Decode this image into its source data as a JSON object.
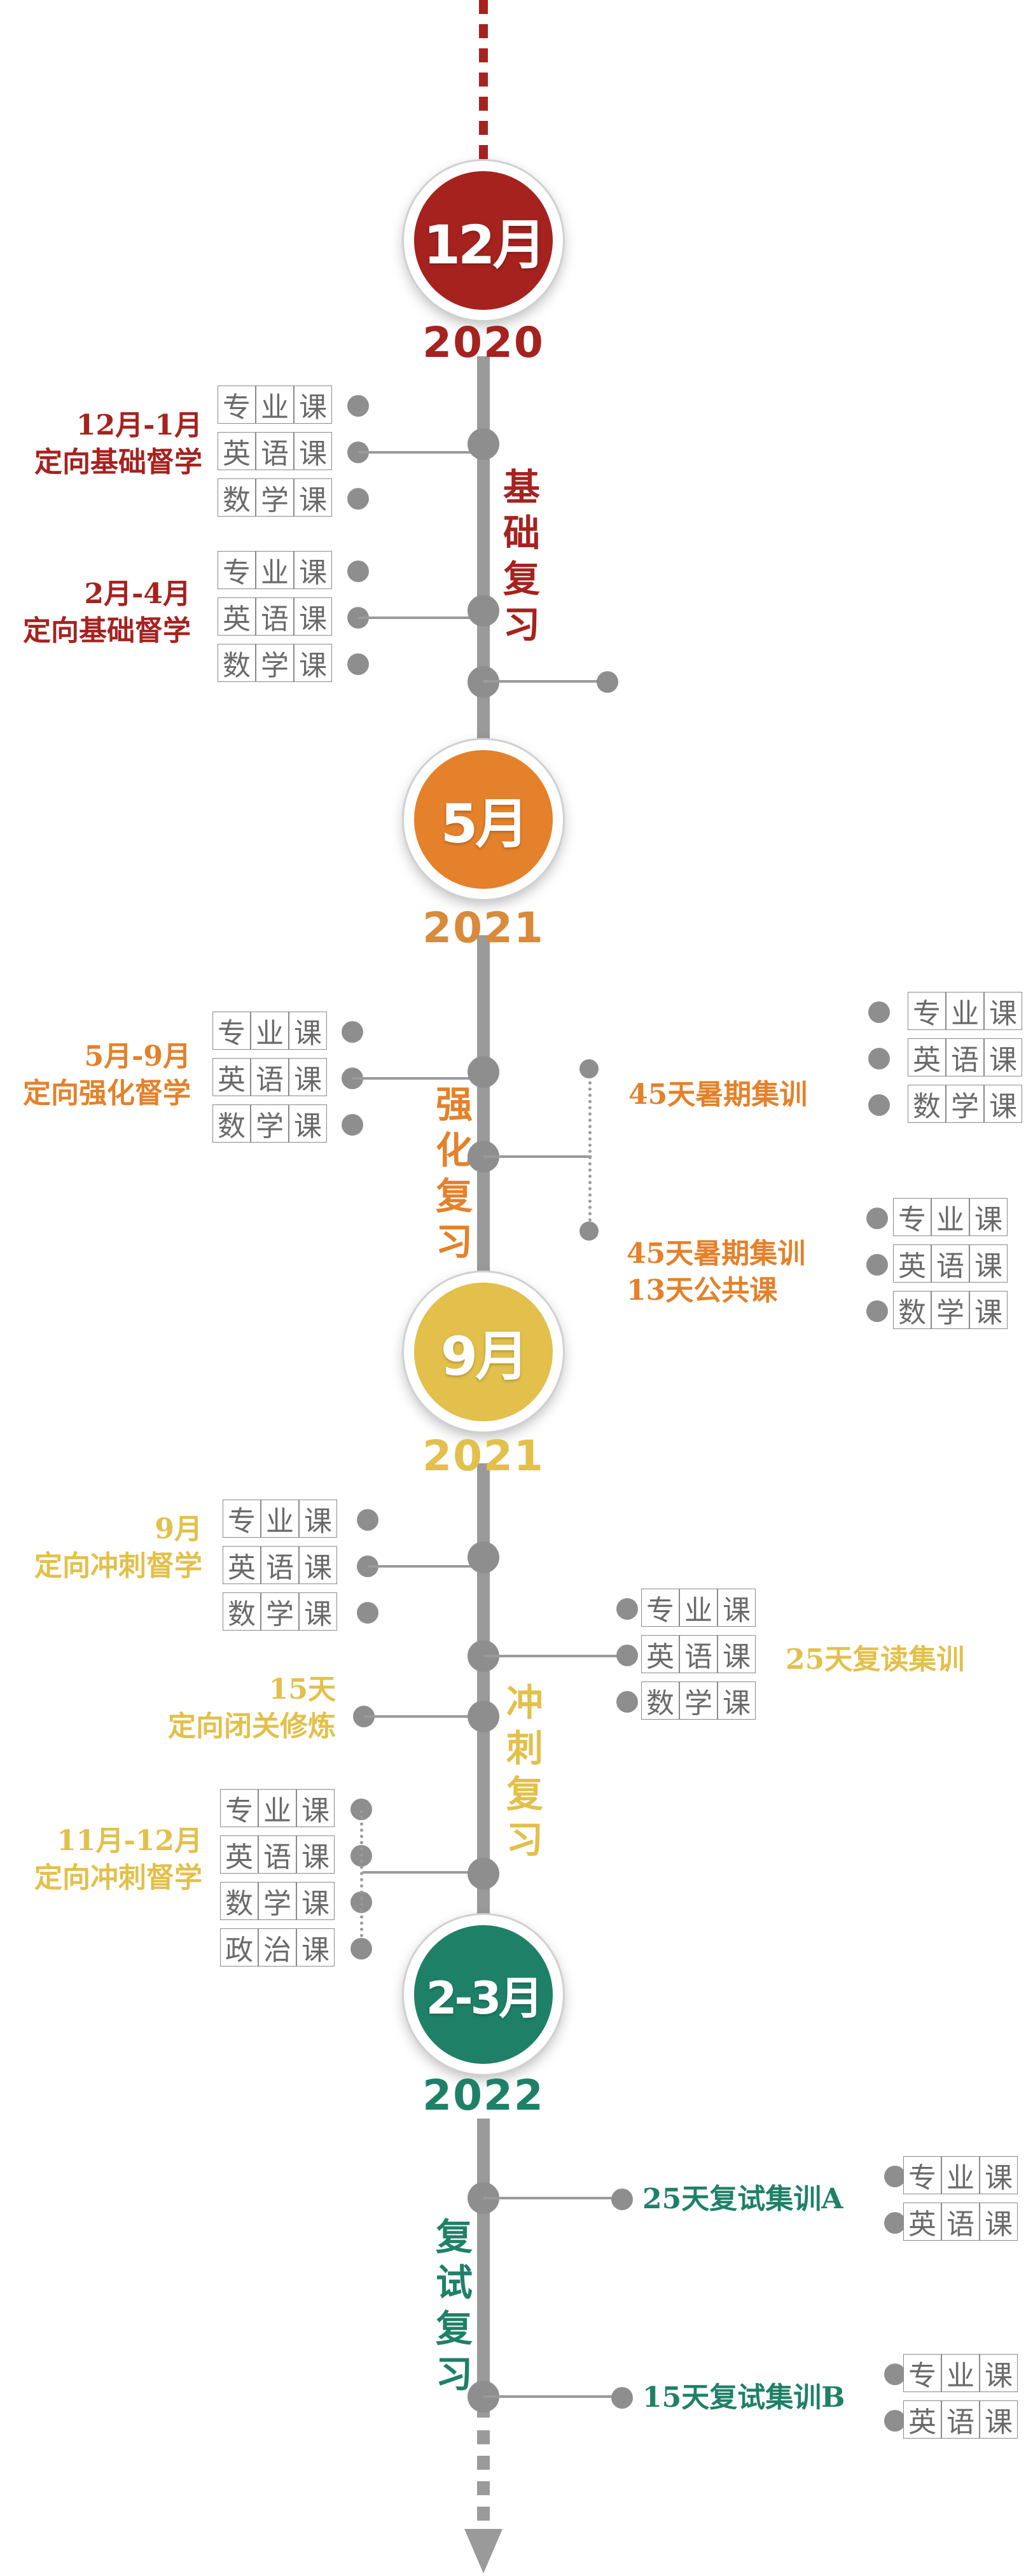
{
  "colors": {
    "red": "#a5221f",
    "orange": "#e4812a",
    "yellow": "#e2c04b",
    "green": "#1f8068",
    "gray": "#8e8e8e",
    "course_text": "#6a6a6a"
  },
  "milestones": [
    {
      "month": "12月",
      "year": "2020",
      "color": "#a5221f"
    },
    {
      "month": "5月",
      "year": "2021",
      "color": "#e4812a"
    },
    {
      "month": "9月",
      "year": "2021",
      "color": "#e2c04b"
    },
    {
      "month": "2-3月",
      "year": "2022",
      "color": "#1f8068"
    }
  ],
  "phases": [
    {
      "chars": [
        "基",
        "础",
        "复",
        "习"
      ],
      "color": "#a5221f"
    },
    {
      "chars": [
        "强",
        "化",
        "复",
        "习"
      ],
      "color": "#e4812a"
    },
    {
      "chars": [
        "冲",
        "刺",
        "复",
        "习"
      ],
      "color": "#e2c04b"
    },
    {
      "chars": [
        "复",
        "试",
        "复",
        "习"
      ],
      "color": "#1f8068"
    }
  ],
  "course_names": {
    "major": "专业课",
    "english": "英语课",
    "math": "数学课",
    "politics": "政治课"
  },
  "labels": {
    "basic_1_line1": "12月-1月",
    "basic_1_line2": "定向基础督学",
    "basic_2_line1": "2月-4月",
    "basic_2_line2": "定向基础督学",
    "strength_line1": "5月-9月",
    "strength_line2": "定向强化督学",
    "summer_camp": "45天暑期集训",
    "summer_camp_2_line1": "45天暑期集训",
    "summer_camp_2_line2": "13天公共课",
    "sprint_1_line1": "9月",
    "sprint_1_line2": "定向冲刺督学",
    "closed_line1": "15天",
    "closed_line2": "定向闭关修炼",
    "sprint_2_line1": "11月-12月",
    "sprint_2_line2": "定向冲刺督学",
    "reread_camp": "25天复读集训",
    "retest_a": "25天复试集训A",
    "retest_b": "15天复试集训B"
  }
}
